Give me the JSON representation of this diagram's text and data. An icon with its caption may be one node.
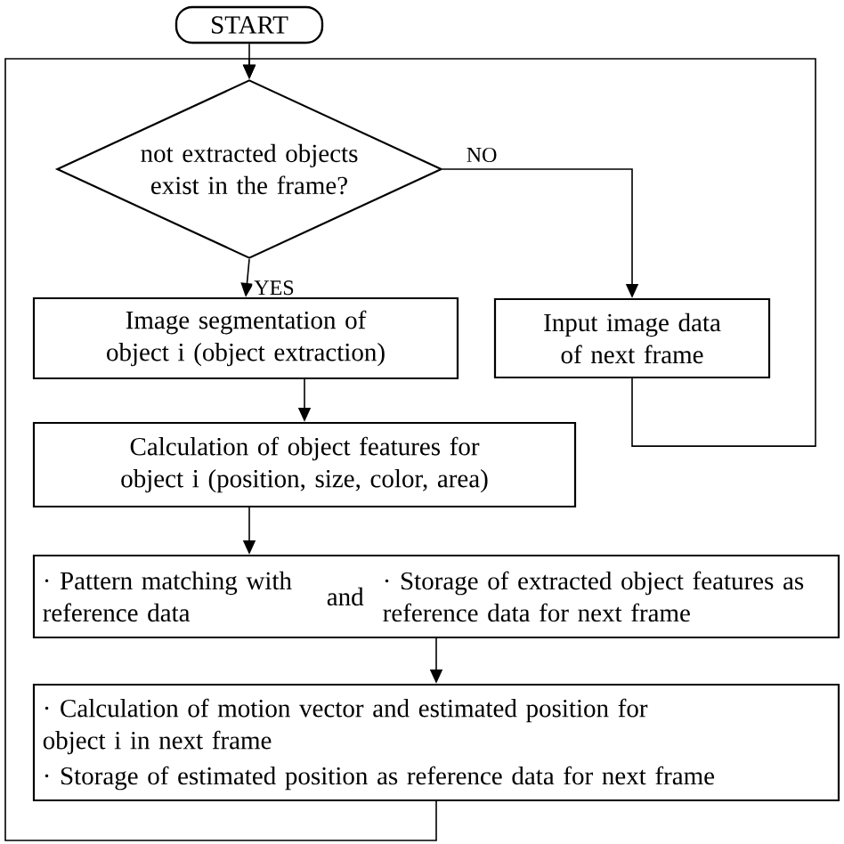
{
  "diagram": {
    "nodes": [
      {
        "text": [
          "START"
        ]
      },
      {
        "text": [
          "not extracted objects exist in the frame?"
        ]
      },
      {
        "text": [
          "Image segmentation of object i (object extraction)"
        ]
      },
      {
        "text": [
          "Input image data of next frame"
        ]
      },
      {
        "text": [
          "Calculation of object features for object i (position, size, color, area)"
        ]
      },
      {
        "text": [
          "· Pattern matching with reference data",
          "and",
          "· Storage of extracted object features as reference data for next frame"
        ]
      },
      {
        "text": [
          "· Calculation of motion vector and estimated position for object i in next frame",
          "· Storage of estimated position as reference data for next frame"
        ]
      }
    ],
    "edges": [
      {
        "from": 0,
        "to": 1,
        "arrow": "to"
      },
      {
        "from": 1,
        "to": 2,
        "arrow": "to",
        "label": "YES"
      },
      {
        "from": 1,
        "to": 3,
        "arrow": "to",
        "label": "NO"
      },
      {
        "from": 2,
        "to": 4,
        "arrow": "to"
      },
      {
        "from": 3,
        "to": 1,
        "arrow": "to"
      },
      {
        "from": 4,
        "to": 5,
        "arrow": "to"
      },
      {
        "from": 5,
        "to": 6,
        "arrow": "to"
      },
      {
        "from": 6,
        "to": 1,
        "arrow": "to"
      }
    ]
  }
}
